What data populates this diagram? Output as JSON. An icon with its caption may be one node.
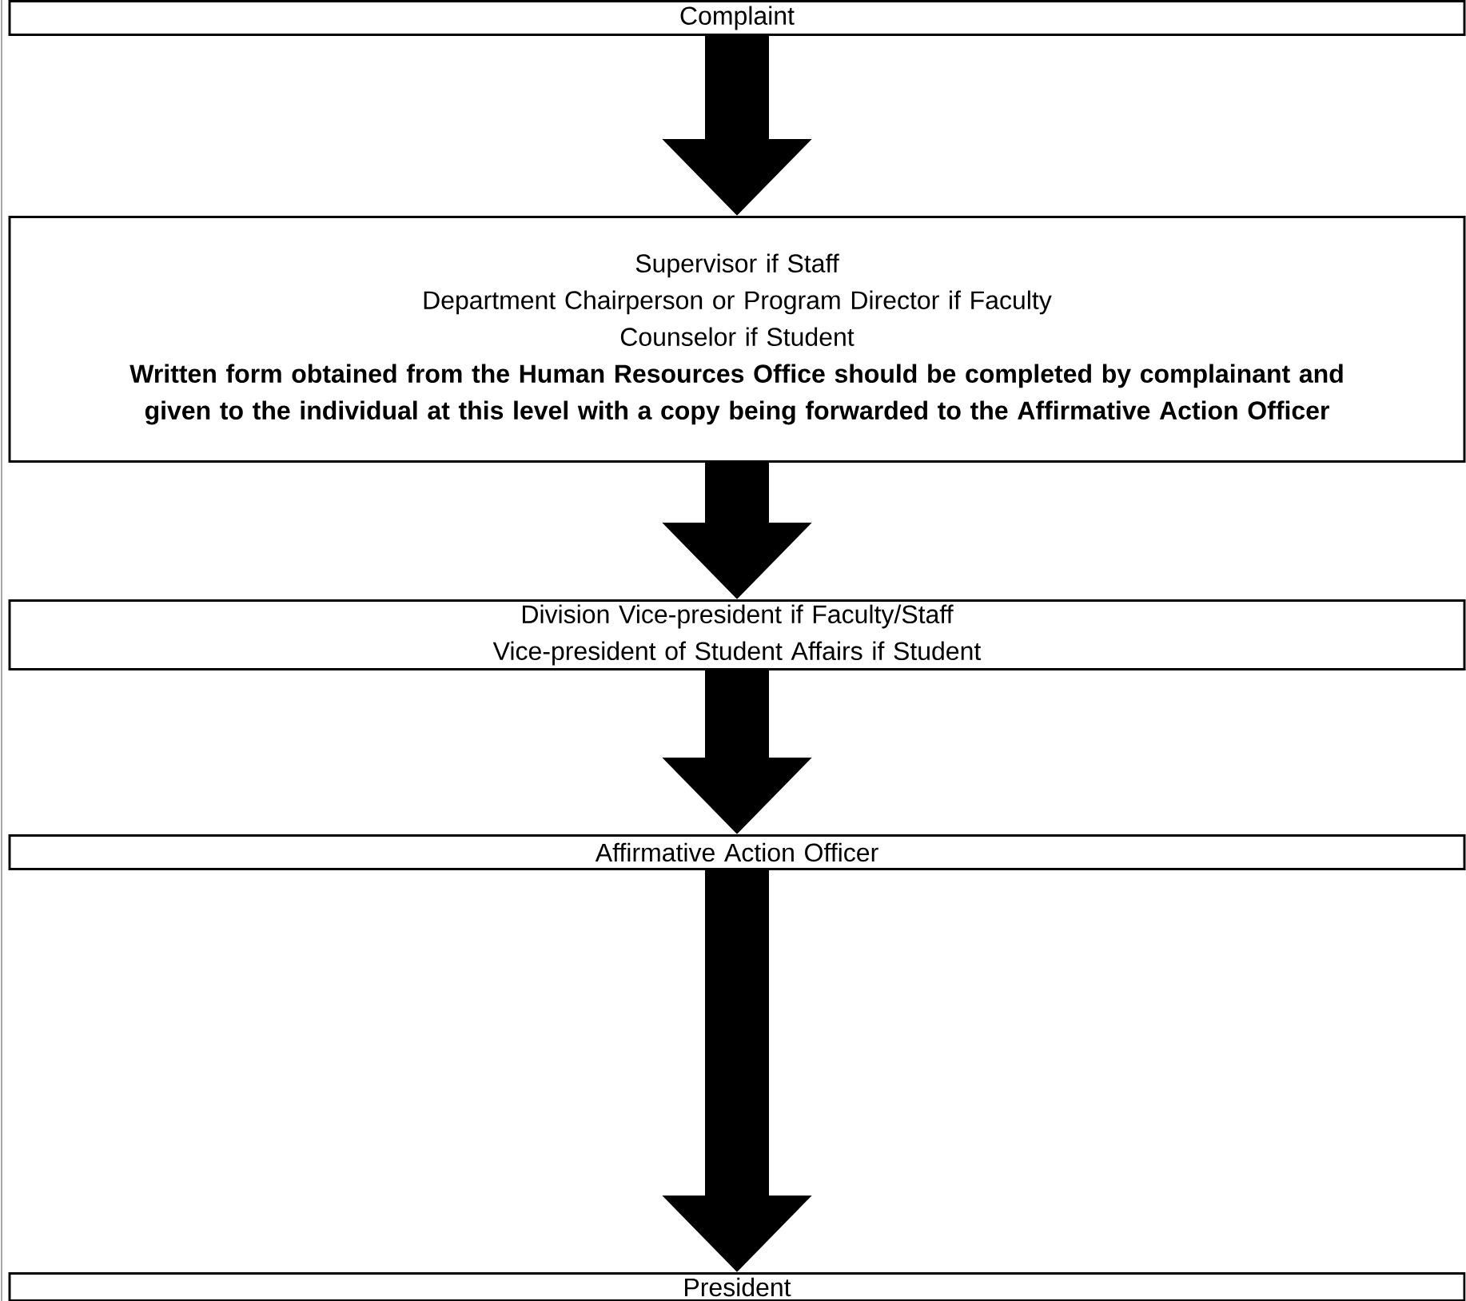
{
  "diagram": {
    "nodes": [
      {
        "text": [
          "Complaint"
        ]
      },
      {
        "text": [
          "Supervisor if Staff",
          "Department Chairperson or Program Director if Faculty",
          "Counselor if Student",
          "Written form obtained from the Human Resources Office should be completed by complainant and given to the individual at this level with a copy being forwarded to the Affirmative Action Officer"
        ]
      },
      {
        "text": [
          "Division Vice-president if Faculty/Staff",
          "Vice-president of Student Affairs if Student"
        ]
      },
      {
        "text": [
          "Affirmative Action Officer"
        ]
      },
      {
        "text": [
          "President"
        ]
      }
    ],
    "edges": [
      {
        "from": 0,
        "to": 1,
        "arrow": "to"
      },
      {
        "from": 1,
        "to": 2,
        "arrow": "to"
      },
      {
        "from": 2,
        "to": 3,
        "arrow": "to"
      },
      {
        "from": 3,
        "to": 4,
        "arrow": "to"
      }
    ]
  }
}
